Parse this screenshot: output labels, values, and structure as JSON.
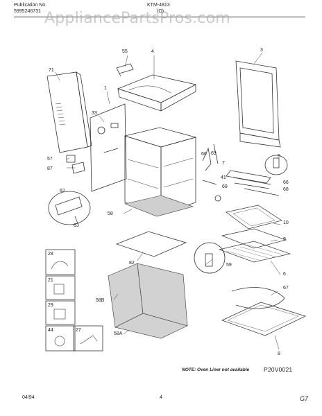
{
  "header": {
    "publication_label": "Publication No.",
    "publication_number": "5995246731",
    "model": "KTM-4813",
    "section": "(O)"
  },
  "watermark": "AppliancePartsPros.com",
  "parts": {
    "p55": "55",
    "p4": "4",
    "p3": "3",
    "p71": "71",
    "p1": "1",
    "p33": "33",
    "p57": "57",
    "p87": "87",
    "p60": "60",
    "p69": "69",
    "p7": "7",
    "p5": "5",
    "p41": "41",
    "p66": "66",
    "p68": "68",
    "p62": "62",
    "p63": "63",
    "p58": "58",
    "p10": "10",
    "p9": "9",
    "p82": "82",
    "p59": "59",
    "p6": "6",
    "p28": "28",
    "p21": "21",
    "p29": "29",
    "p27": "27",
    "p44": "44",
    "p58B": "58B",
    "p58A": "58A",
    "p67": "67",
    "p8": "8"
  },
  "note": "NOTE: Oven Liner not available",
  "drawing_code": "P20V0021",
  "footer": {
    "date": "04/94",
    "page": "4",
    "mark": "G7"
  }
}
